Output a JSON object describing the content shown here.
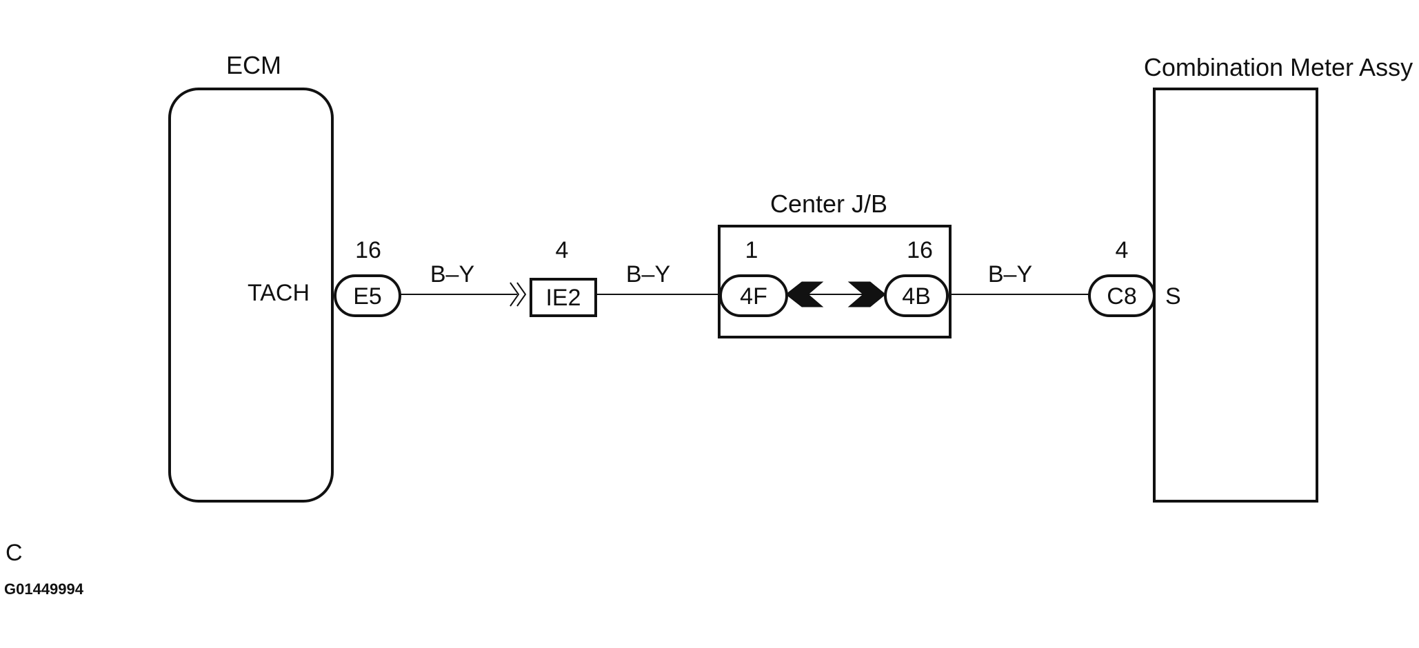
{
  "components": {
    "ecm": {
      "title": "ECM",
      "pin_name": "TACH"
    },
    "center_jb": {
      "title": "Center J/B"
    },
    "meter": {
      "title": "Combination Meter Assy",
      "pin_name": "S"
    }
  },
  "connectors": {
    "e5": {
      "code": "E5",
      "pin": "16"
    },
    "ie2": {
      "code": "IE2",
      "pin": "4"
    },
    "jb_4f": {
      "code": "4F",
      "pin": "1"
    },
    "jb_4b": {
      "code": "4B",
      "pin": "16"
    },
    "c8": {
      "code": "C8",
      "pin": "4"
    }
  },
  "wires": {
    "w1": "B–Y",
    "w2": "B–Y",
    "w3": "B–Y"
  },
  "footer": {
    "letter": "C",
    "code": "G01449994"
  }
}
